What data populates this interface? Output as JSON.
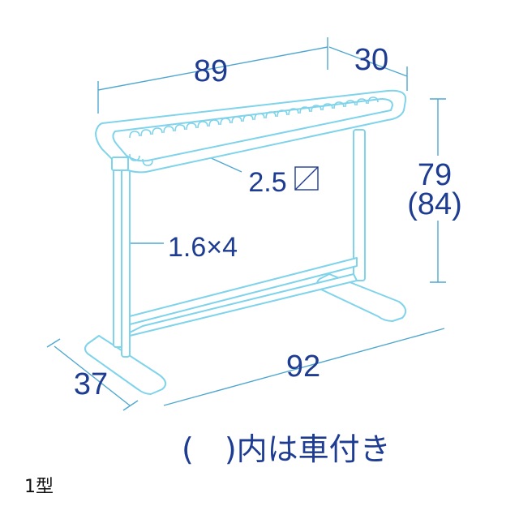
{
  "dimensions": {
    "width": "89",
    "depth": "30",
    "height": "79",
    "height_with_casters": "(84)",
    "base_length": "92",
    "base_depth": "37",
    "top_rail": "2.5",
    "frame_pipe": "1.6×4"
  },
  "note": "(　)内は車付き",
  "model": "1型",
  "colors": {
    "accent": "#1e3c91",
    "frame": "#7fd3ea",
    "dimension_line": "#4fa7d0"
  }
}
